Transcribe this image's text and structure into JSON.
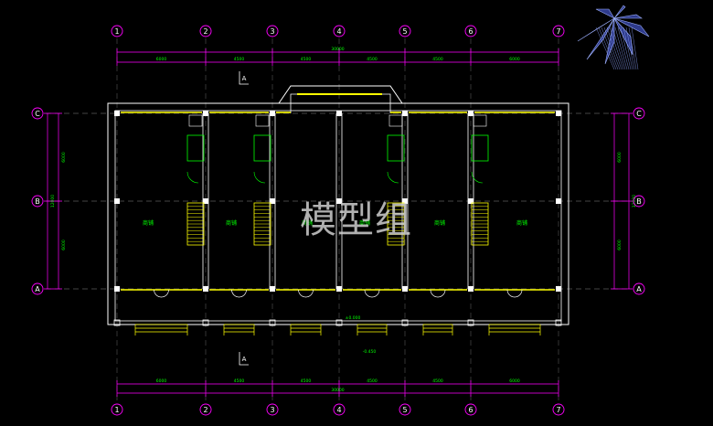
{
  "drawing": {
    "grid_columns": [
      "1",
      "2",
      "3",
      "4",
      "5",
      "6",
      "7"
    ],
    "grid_rows": [
      "C",
      "B",
      "A"
    ],
    "top_dimensions": [
      "6000",
      "4500",
      "4500",
      "4500",
      "4500",
      "6000"
    ],
    "top_total": "30000",
    "bottom_dimensions": [
      "6000",
      "4500",
      "4500",
      "4500",
      "4500",
      "6000"
    ],
    "bottom_total": "30000",
    "side_dimensions": [
      "6000",
      "6000"
    ],
    "side_total": "12000",
    "section_marks": [
      "A",
      "A"
    ],
    "room_labels": [
      "商铺",
      "商铺",
      "商铺",
      "商铺",
      "商铺",
      "商铺"
    ],
    "elevation_label": "±0.000",
    "level_label": "-0.450",
    "watermark": "模型组"
  },
  "colors": {
    "background": "#000000",
    "bubble": "#ff00ff",
    "dimension": "#ff00ff",
    "dimension_text": "#00ff00",
    "wall": "#ffffff",
    "window": "#ffff00",
    "door": "#00ff00",
    "stair": "#ffff00",
    "axis": "#ffffff"
  }
}
